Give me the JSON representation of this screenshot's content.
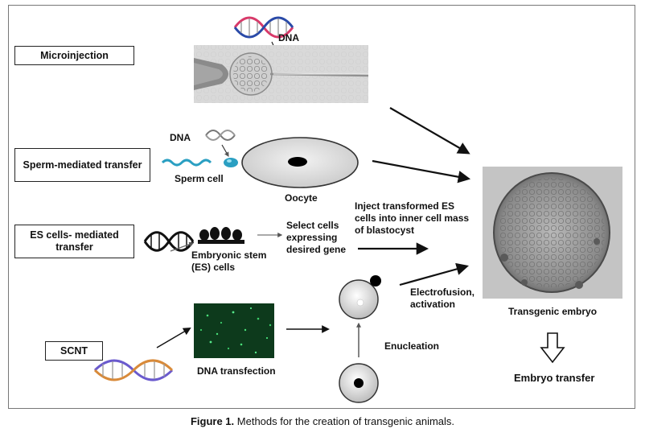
{
  "methods": {
    "microinjection": "Microinjection",
    "sperm_mediated": "Sperm-mediated transfer",
    "es_cells_mediated": "ES cells- mediated transfer",
    "scnt": "SCNT"
  },
  "labels": {
    "dna_top": "DNA",
    "dna_sperm": "DNA",
    "sperm_cell": "Sperm cell",
    "oocyte": "Oocyte",
    "es_cells": "Embryonic stem (ES) cells",
    "select_cells": "Select cells expressing desired gene",
    "inject_es": "Inject transformed ES cells into inner cell mass  of blastocyst",
    "electrofusion": "Electrofusion, activation",
    "dna_transfection": "DNA transfection",
    "enucleation": "Enucleation",
    "transgenic_embryo": "Transgenic embryo",
    "embryo_transfer": "Embryo transfer"
  },
  "caption": {
    "prefix": "Figure 1.",
    "text": " Methods for the creation of transgenic animals."
  }
}
